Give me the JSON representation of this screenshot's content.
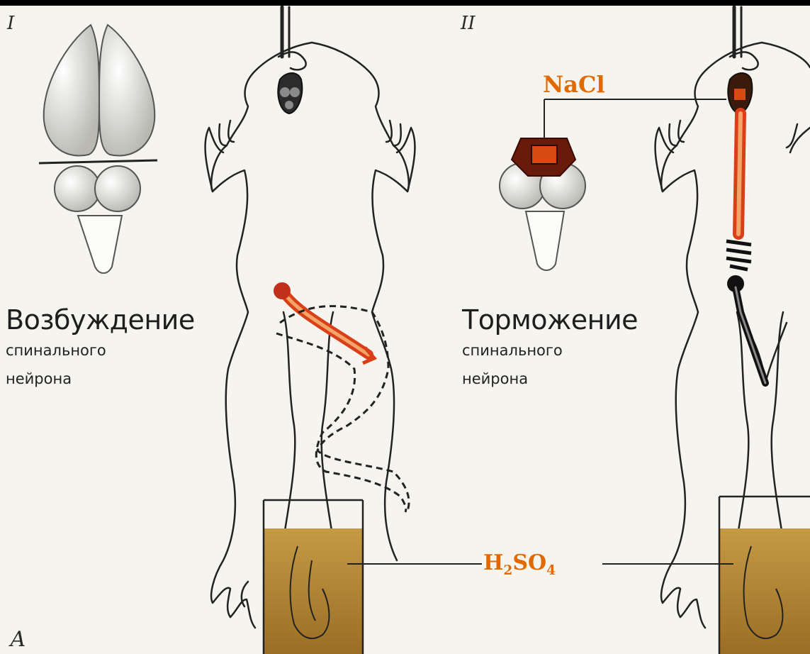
{
  "panels": {
    "left": {
      "roman": "I",
      "title": "Возбуждение",
      "line1": "спинального",
      "line2": "нейрона"
    },
    "right": {
      "roman": "II",
      "title": "Торможение",
      "line1": "спинального",
      "line2": "нейрона"
    }
  },
  "labels": {
    "salt": "NaCl",
    "acid_main": "H",
    "acid_sub1": "2",
    "acid_mid": "SO",
    "acid_sub2": "4",
    "figure_letter": "А"
  },
  "colors": {
    "excitation": "#d94a1a",
    "inhibition": "#1a1a1a",
    "acid": "#b58a32",
    "salt_label": "#e06a00"
  }
}
